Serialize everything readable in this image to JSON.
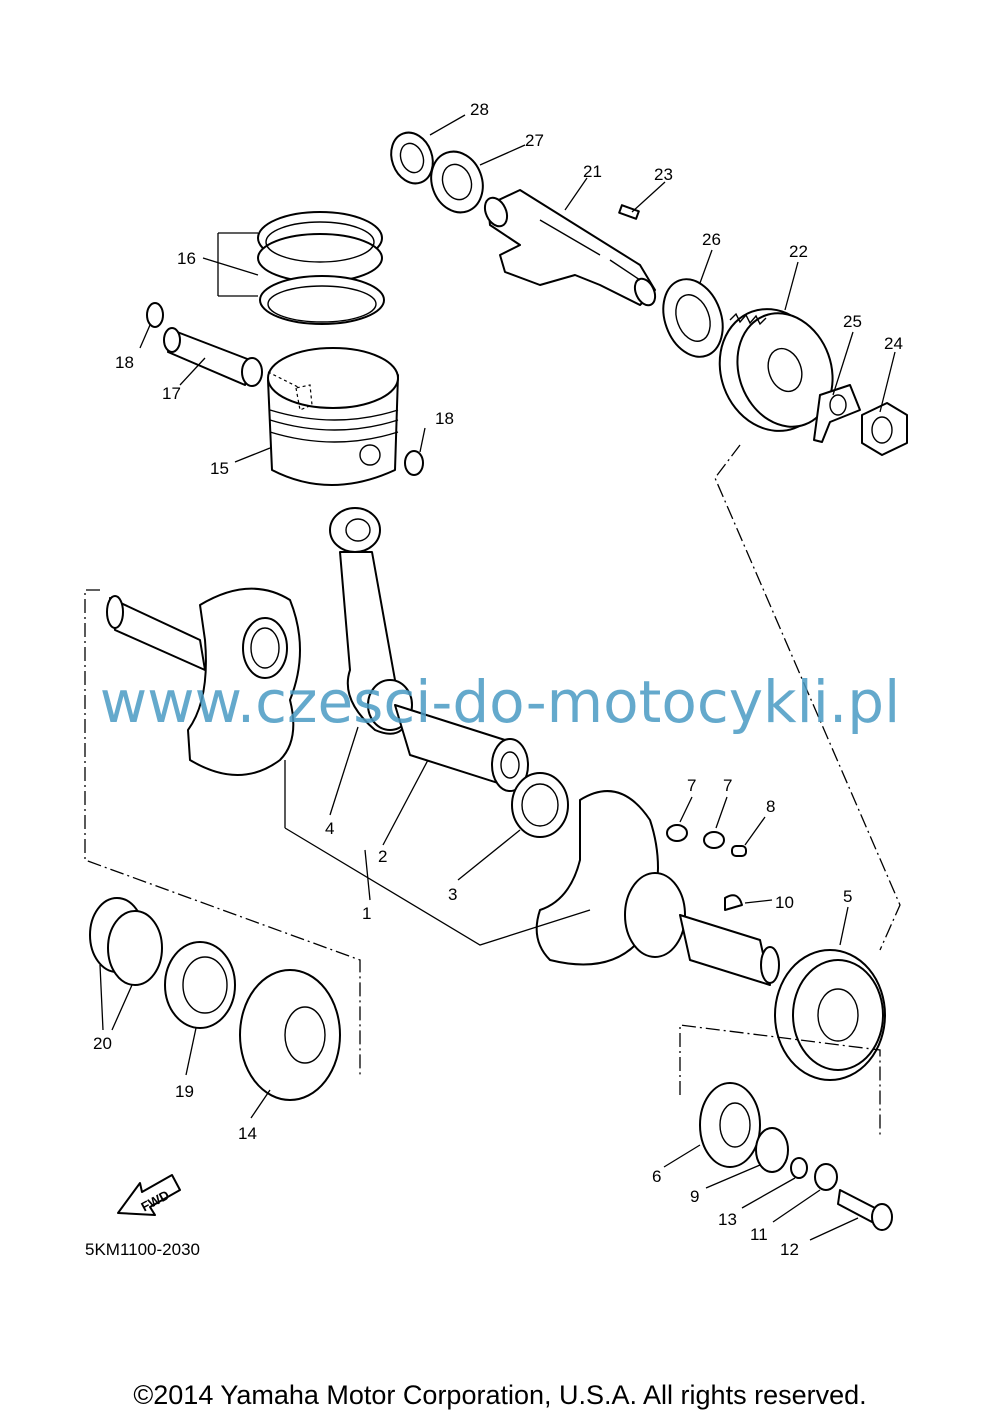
{
  "callouts": [
    {
      "id": "28",
      "text": "28"
    },
    {
      "id": "27",
      "text": "27"
    },
    {
      "id": "21",
      "text": "21"
    },
    {
      "id": "23",
      "text": "23"
    },
    {
      "id": "26",
      "text": "26"
    },
    {
      "id": "22",
      "text": "22"
    },
    {
      "id": "25",
      "text": "25"
    },
    {
      "id": "24",
      "text": "24"
    },
    {
      "id": "16",
      "text": "16"
    },
    {
      "id": "18a",
      "text": "18"
    },
    {
      "id": "17",
      "text": "17"
    },
    {
      "id": "18b",
      "text": "18"
    },
    {
      "id": "15",
      "text": "15"
    },
    {
      "id": "4",
      "text": "4"
    },
    {
      "id": "2",
      "text": "2"
    },
    {
      "id": "1",
      "text": "1"
    },
    {
      "id": "3",
      "text": "3"
    },
    {
      "id": "7a",
      "text": "7"
    },
    {
      "id": "7b",
      "text": "7"
    },
    {
      "id": "8",
      "text": "8"
    },
    {
      "id": "10",
      "text": "10"
    },
    {
      "id": "5",
      "text": "5"
    },
    {
      "id": "20",
      "text": "20"
    },
    {
      "id": "19",
      "text": "19"
    },
    {
      "id": "14",
      "text": "14"
    },
    {
      "id": "6",
      "text": "6"
    },
    {
      "id": "9",
      "text": "9"
    },
    {
      "id": "13",
      "text": "13"
    },
    {
      "id": "11",
      "text": "11"
    },
    {
      "id": "12",
      "text": "12"
    }
  ],
  "fwd_label": "FWD",
  "diagram_code": "5KM1100-2030",
  "watermark": "www.czesci-do-motocykli.pl",
  "watermark_color": "#4a9bc4",
  "copyright": "©2014 Yamaha Motor Corporation, U.S.A. All rights reserved."
}
